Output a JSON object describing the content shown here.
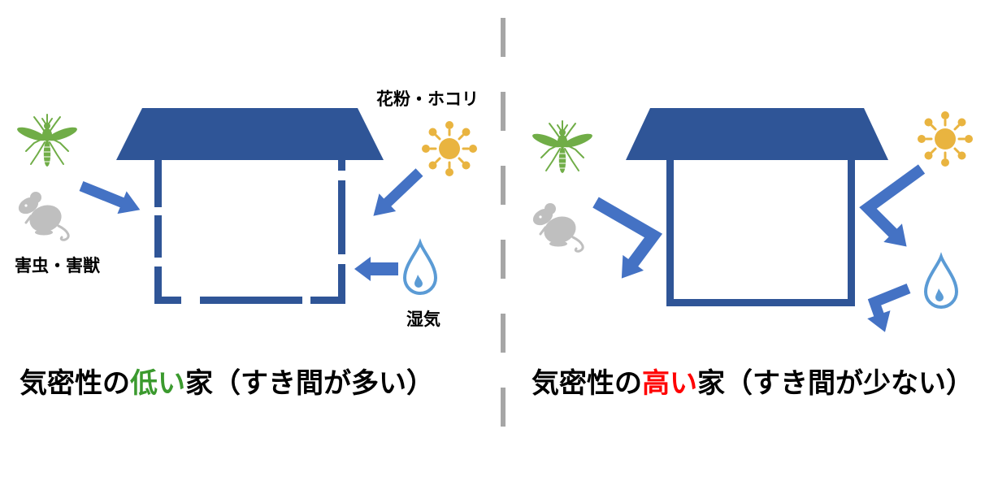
{
  "left_panel": {
    "labels": {
      "pollen_dust": "花粉・ホコリ",
      "pests": "害虫・害獣",
      "humidity": "湿気"
    },
    "caption": {
      "prefix": "気密性の",
      "highlight": "低い",
      "suffix": "家（すき間が多い）"
    },
    "icons": [
      "mosquito-icon",
      "mouse-icon",
      "pollen-icon",
      "water-drop-icon"
    ]
  },
  "right_panel": {
    "caption": {
      "prefix": "気密性の",
      "highlight": "高い",
      "suffix": "家（すき間が少ない）"
    },
    "icons": [
      "mosquito-icon",
      "mouse-icon",
      "pollen-icon",
      "water-drop-icon"
    ]
  },
  "colors": {
    "roof": "#2f5597",
    "wall": "#2f5597",
    "arrow": "#4472c4",
    "insect": "#70ad47",
    "rodent": "#bfbfbf",
    "pollen": "#e9b440",
    "water_drop": "#5b9bd5",
    "divider": "#a6a6a6",
    "low_highlight": "#3b9a2e",
    "high_highlight": "#ff0000",
    "text": "#000000",
    "background": "#ffffff"
  }
}
